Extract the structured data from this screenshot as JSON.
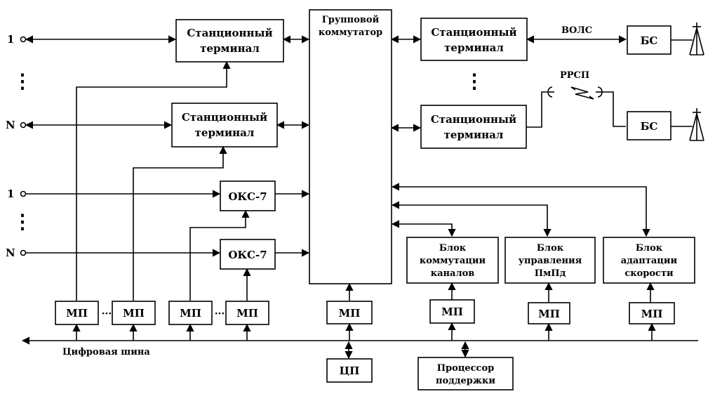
{
  "left_inputs": [
    "1",
    "N",
    "1",
    "N"
  ],
  "station_terminal": [
    "Станционный",
    "терминал"
  ],
  "group_switch": [
    "Групповой",
    "коммутатор"
  ],
  "oks7": "ОКС-7",
  "mp": "МП",
  "cp": "ЦП",
  "bs": "БС",
  "vols": "ВОЛС",
  "rrsp": "РРСП",
  "block_switching": [
    "Блок",
    "коммутации",
    "каналов"
  ],
  "block_control": [
    "Блок",
    "управления",
    "ПмПд"
  ],
  "block_adaptation": [
    "Блок",
    "адаптации",
    "скорости"
  ],
  "support_processor": [
    "Процессор",
    "поддержки"
  ],
  "digital_bus": "Цифровая шина",
  "dots_vertical": "⋮",
  "dots_horizontal": "···"
}
